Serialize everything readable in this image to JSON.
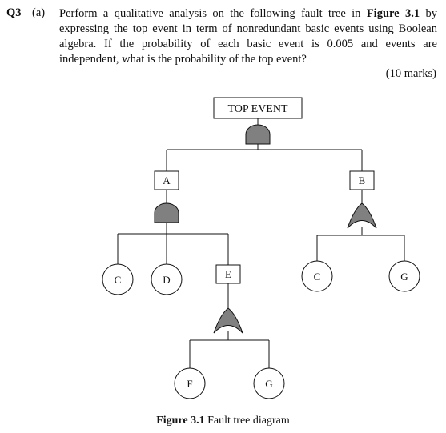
{
  "question": {
    "number": "Q3",
    "part": "(a)",
    "text_before": "Perform a qualitative analysis on the following fault tree in ",
    "figure_ref": "Figure 3.1",
    "text_after": " by expressing the top event in term of nonredundant basic events using Boolean algebra.  If the probability of each basic event is 0.005 and events are independent, what is the probability of the top event?",
    "marks": "(10 marks)"
  },
  "fault_tree": {
    "top_event": "TOP EVENT",
    "intermediate_events": {
      "A": "A",
      "B": "B",
      "E": "E"
    },
    "basic_events": {
      "a_c": "C",
      "a_d": "D",
      "b_c": "C",
      "b_g": "G",
      "e_f": "F",
      "e_g": "G"
    },
    "gates": {
      "top": "and-gate",
      "a": "and-gate",
      "b": "or-gate",
      "e": "or-gate"
    }
  },
  "caption": {
    "label": "Figure 3.1",
    "text": " Fault tree diagram"
  },
  "colors": {
    "gate_fill": "#808080",
    "line": "#111111"
  }
}
